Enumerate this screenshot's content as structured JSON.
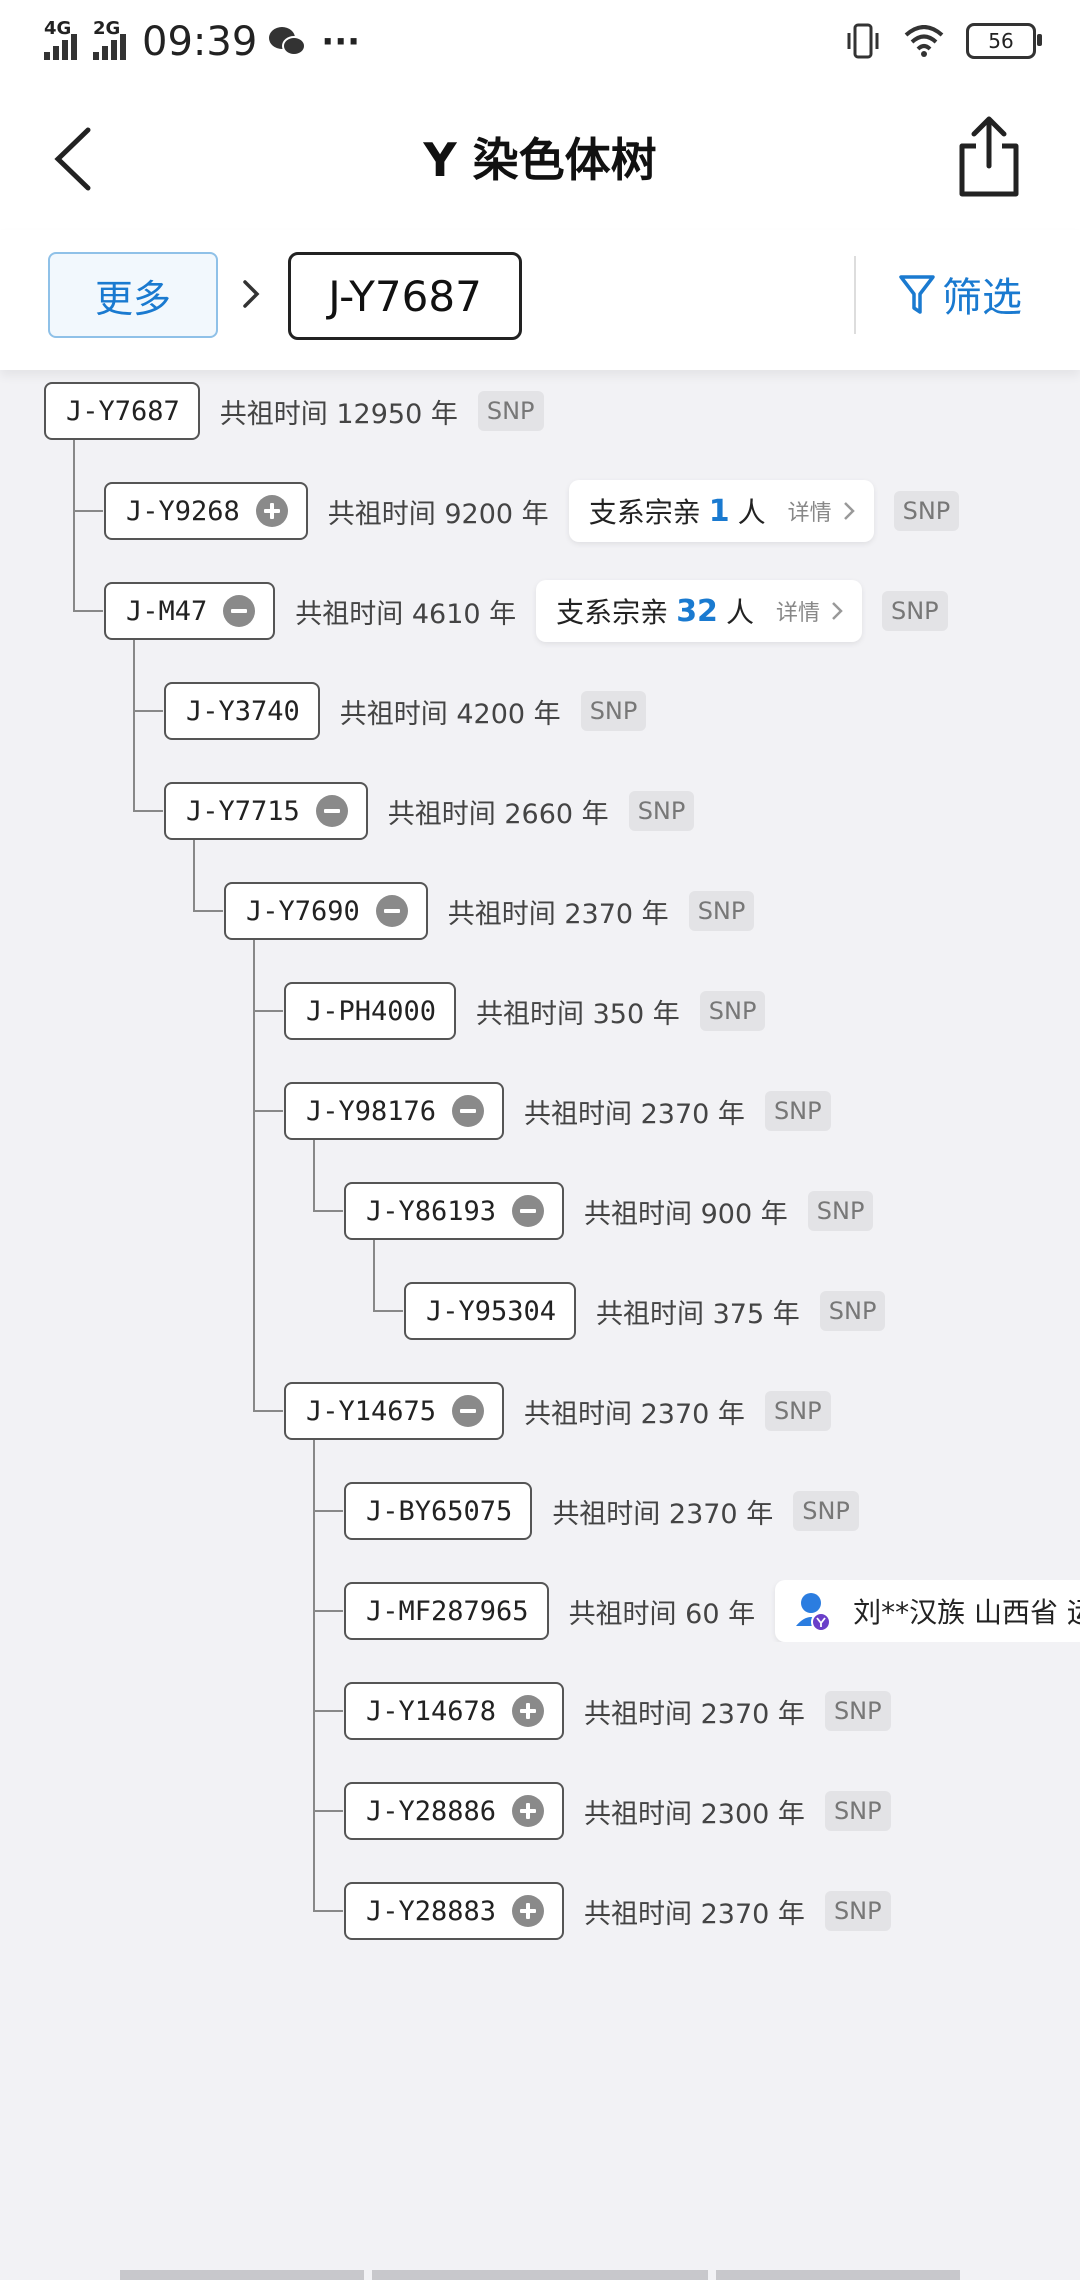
{
  "status": {
    "net1": "4G",
    "net2": "2G",
    "time": "09:39",
    "more": "···",
    "battery": "56"
  },
  "header": {
    "title": "Y 染色体树"
  },
  "crumb": {
    "more_label": "更多",
    "current": "J-Y7687",
    "filter_label": "筛选"
  },
  "labels": {
    "age_prefix": "共祖时间",
    "age_suffix": "年",
    "snp": "SNP",
    "kin_prefix": "支系宗亲",
    "kin_suffix": "人",
    "detail": "详情"
  },
  "nodes": [
    {
      "name": "J-Y7687",
      "age": "共祖时间 12950 年"
    },
    {
      "name": "J-Y9268",
      "age": "共祖时间 9200 年",
      "kin": "1"
    },
    {
      "name": "J-M47",
      "age": "共祖时间 4610 年",
      "kin": "32"
    },
    {
      "name": "J-Y3740",
      "age": "共祖时间 4200 年"
    },
    {
      "name": "J-Y7715",
      "age": "共祖时间 2660 年"
    },
    {
      "name": "J-Y7690",
      "age": "共祖时间 2370 年"
    },
    {
      "name": "J-PH4000",
      "age": "共祖时间 350 年"
    },
    {
      "name": "J-Y98176",
      "age": "共祖时间 2370 年"
    },
    {
      "name": "J-Y86193",
      "age": "共祖时间 900 年"
    },
    {
      "name": "J-Y95304",
      "age": "共祖时间 375 年"
    },
    {
      "name": "J-Y14675",
      "age": "共祖时间 2370 年"
    },
    {
      "name": "J-BY65075",
      "age": "共祖时间 2370 年"
    },
    {
      "name": "J-MF287965",
      "age": "共祖时间 60 年",
      "person": "刘**汉族 山西省 运"
    },
    {
      "name": "J-Y14678",
      "age": "共祖时间 2370 年"
    },
    {
      "name": "J-Y28886",
      "age": "共祖时间 2300 年"
    },
    {
      "name": "J-Y28883",
      "age": "共祖时间 2370 年"
    }
  ],
  "colors": {
    "accent": "#1a7ad0",
    "background": "#f2f2f5"
  }
}
